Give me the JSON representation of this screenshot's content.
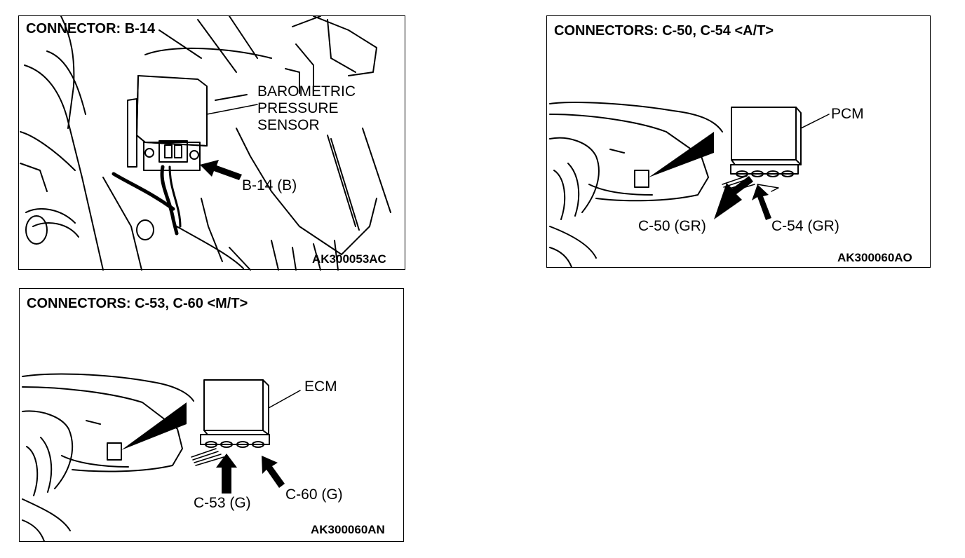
{
  "panels": {
    "b14": {
      "title": "CONNECTOR: B-14",
      "sensor_label": [
        "BAROMETRIC",
        "PRESSURE",
        "SENSOR"
      ],
      "connector_label": "B-14 (B)",
      "figure_code": "AK300053AC"
    },
    "at": {
      "title": "CONNECTORS: C-50, C-54 <A/T>",
      "module_label": "PCM",
      "connector_a": "C-50 (GR)",
      "connector_b": "C-54 (GR)",
      "figure_code": "AK300060AO"
    },
    "mt": {
      "title": "CONNECTORS: C-53, C-60 <M/T>",
      "module_label": "ECM",
      "connector_a": "C-53 (G)",
      "connector_b": "C-60 (G)",
      "figure_code": "AK300060AN"
    }
  }
}
